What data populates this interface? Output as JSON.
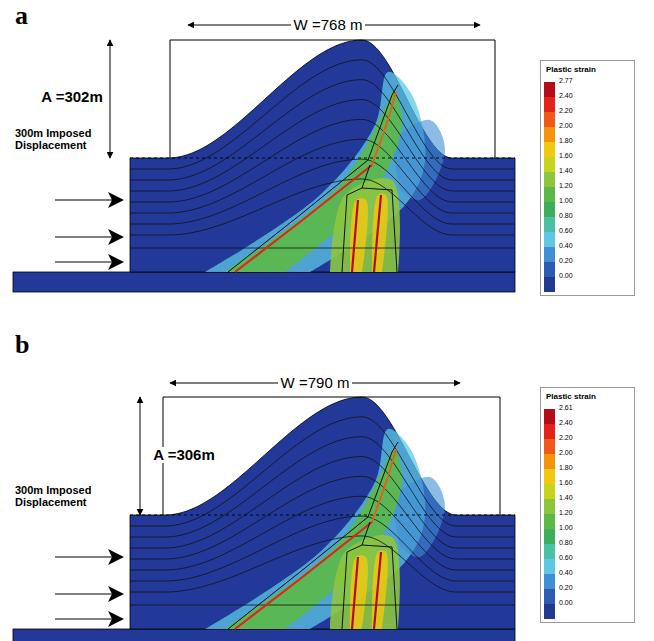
{
  "diagram": {
    "labels": [
      "a",
      "W =768 m",
      "A =302m",
      "300m Imposed Displacement",
      "Plastic strain",
      "b",
      "W =790 m",
      "A =306m",
      "300m Imposed Displacement",
      "Plastic strain"
    ],
    "legend": [
      {
        "text": "2.77",
        "color": "#b30d1a"
      },
      {
        "text": "2.40",
        "color": "#e3221c"
      },
      {
        "text": "2.20",
        "color": "#f0581a"
      },
      {
        "text": "2.00",
        "color": "#f5940c"
      },
      {
        "text": "1.80",
        "color": "#f2c80f"
      },
      {
        "text": "1.60",
        "color": "#c6d41c"
      },
      {
        "text": "1.40",
        "color": "#8cc63f"
      },
      {
        "text": "1.20",
        "color": "#5cb947"
      },
      {
        "text": "1.00",
        "color": "#3fae5a"
      },
      {
        "text": "0.80",
        "color": "#49c1a4"
      },
      {
        "text": "0.60",
        "color": "#5cc8e6"
      },
      {
        "text": "0.40",
        "color": "#3f8fd6"
      },
      {
        "text": "0.20",
        "color": "#2c5cb0"
      },
      {
        "text": "0.00",
        "color": "#1f3a8f"
      },
      {
        "text": "2.61",
        "color": "#b30d1a"
      },
      {
        "text": "2.40",
        "color": "#e3221c"
      },
      {
        "text": "2.20",
        "color": "#f0581a"
      },
      {
        "text": "2.00",
        "color": "#f5940c"
      },
      {
        "text": "1.80",
        "color": "#f2c80f"
      },
      {
        "text": "1.60",
        "color": "#c6d41c"
      },
      {
        "text": "1.40",
        "color": "#8cc63f"
      },
      {
        "text": "1.20",
        "color": "#5cb947"
      },
      {
        "text": "1.00",
        "color": "#3fae5a"
      },
      {
        "text": "0.80",
        "color": "#49c1a4"
      },
      {
        "text": "0.60",
        "color": "#5cc8e6"
      },
      {
        "text": "0.40",
        "color": "#3f8fd6"
      },
      {
        "text": "0.20",
        "color": "#2c5cb0"
      },
      {
        "text": "0.00",
        "color": "#1f3a8f"
      }
    ]
  }
}
